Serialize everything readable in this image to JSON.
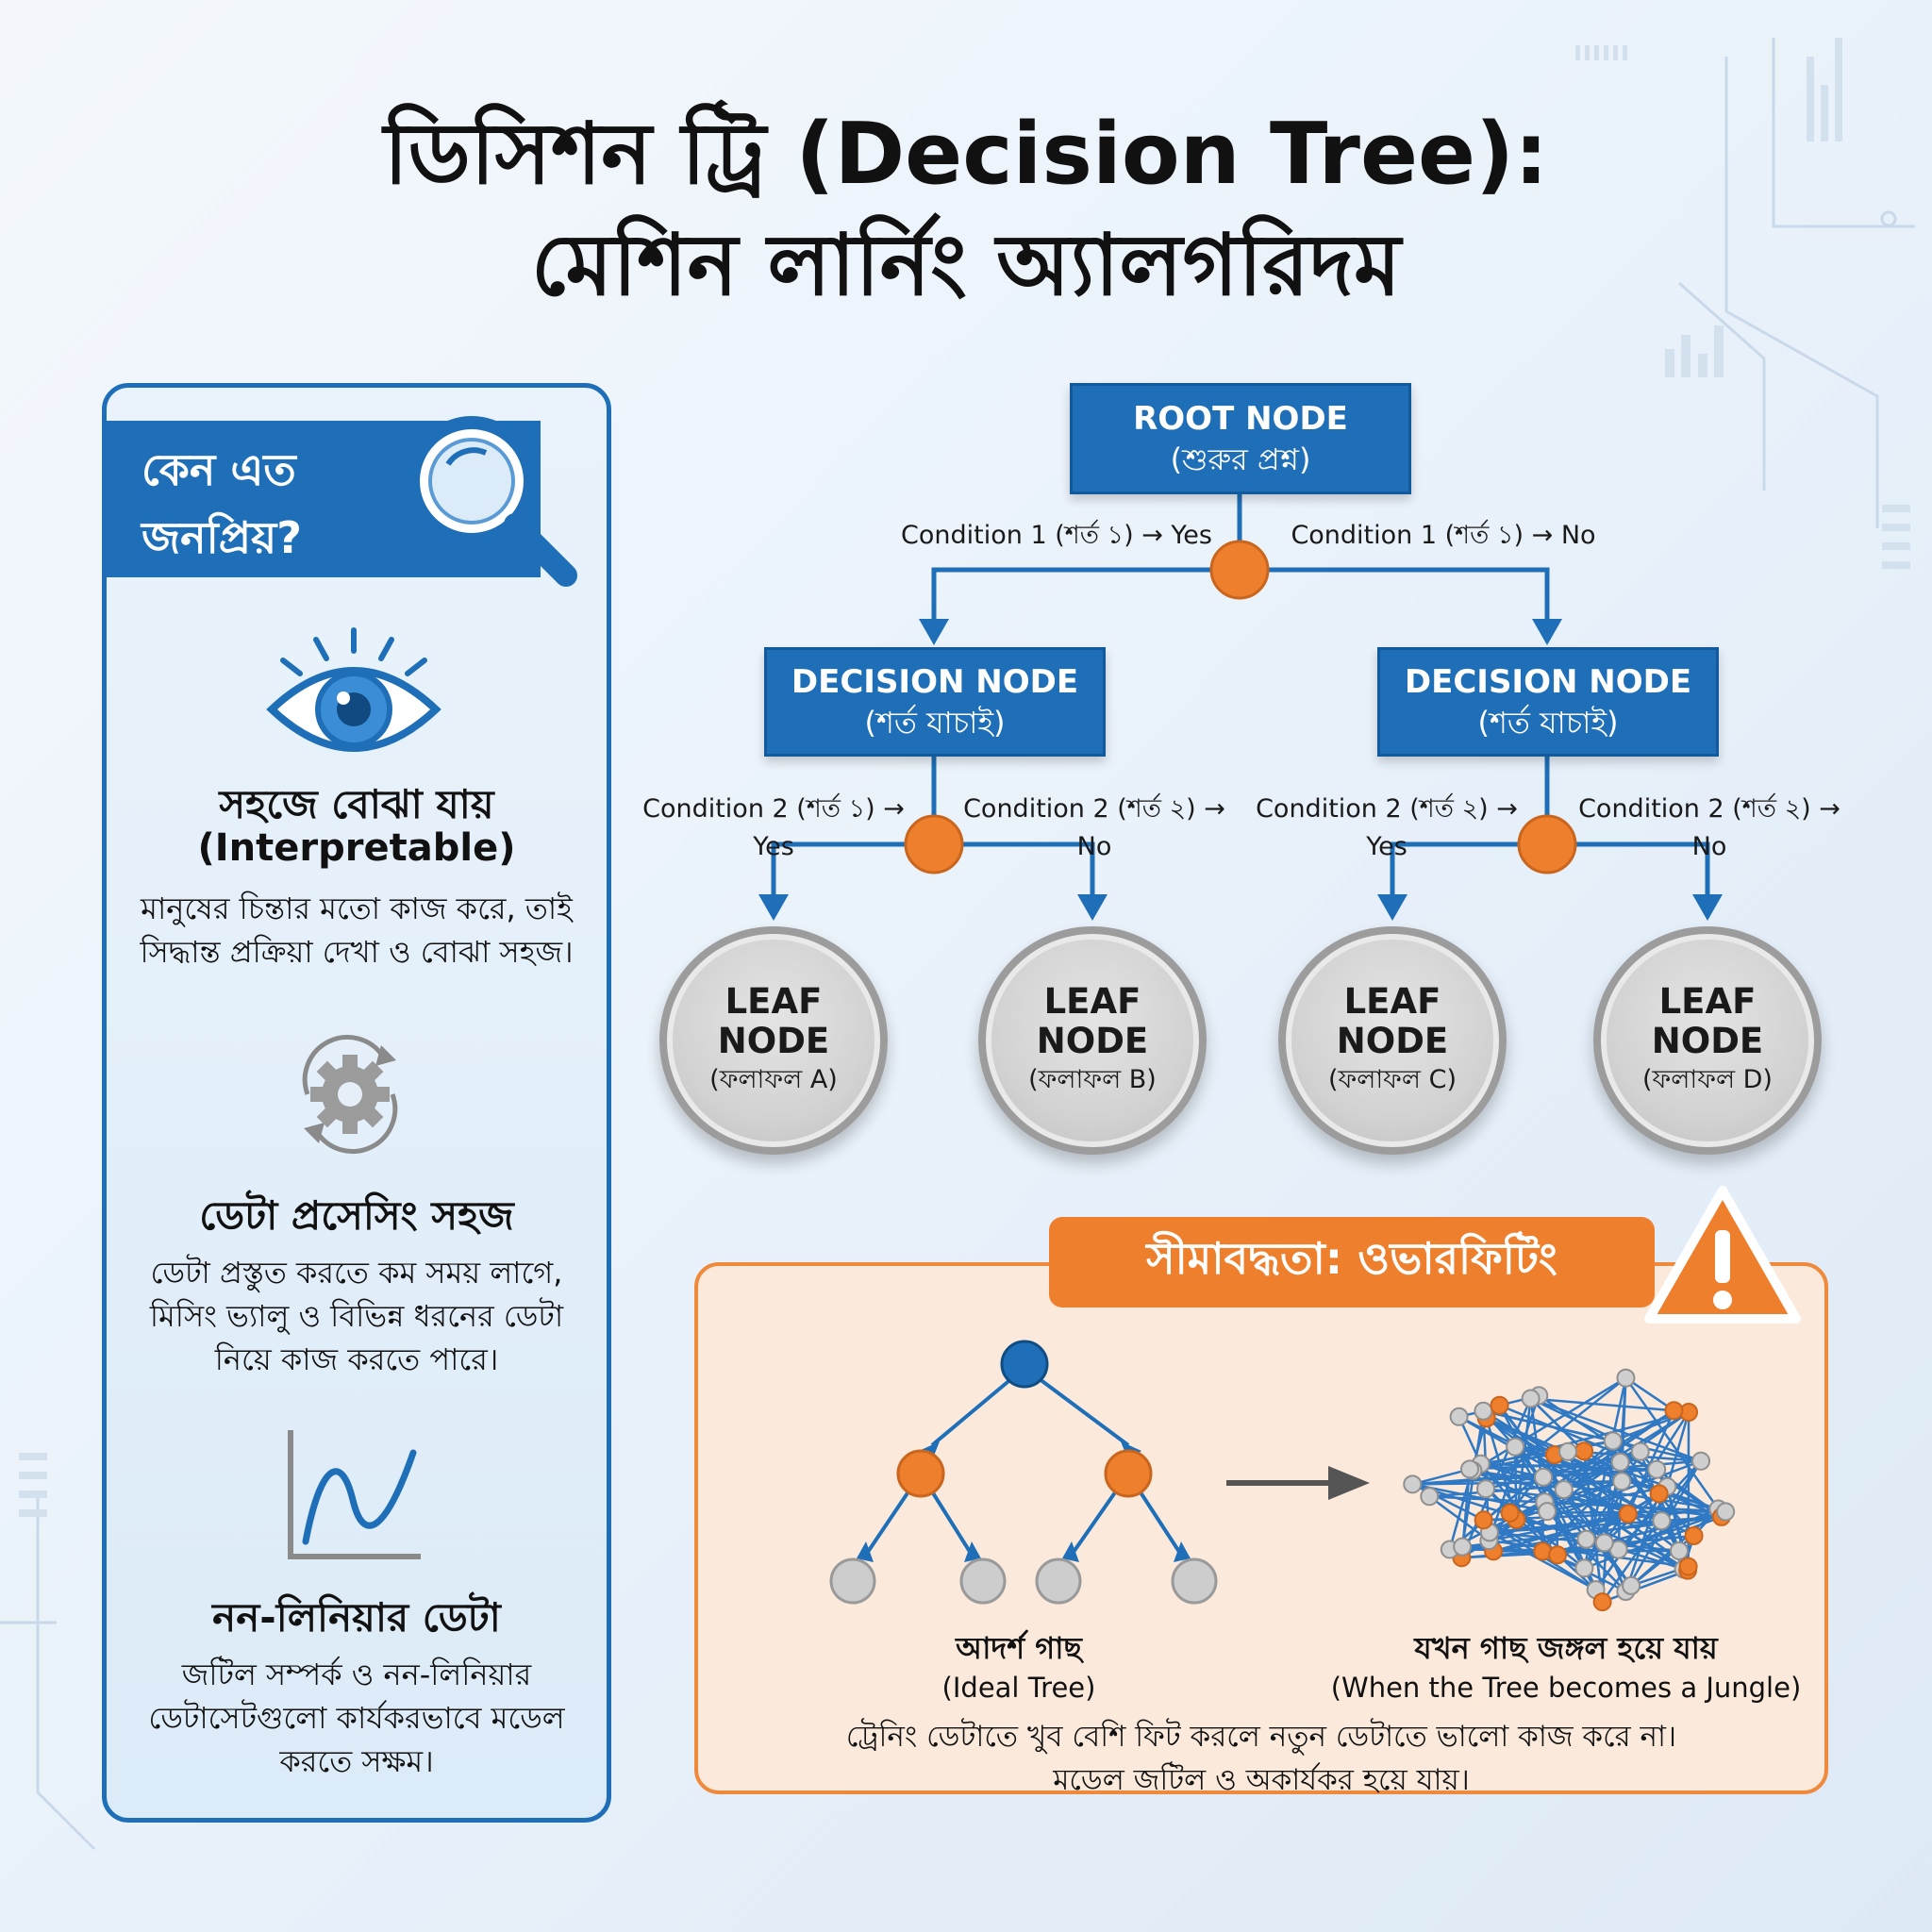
{
  "title": {
    "line1": "ডিসিশন ট্রি (Decision Tree):",
    "line2": "মেশিন লার্নিং অ্যালগরিদম"
  },
  "why_popular": {
    "heading_line1": "কেন এত",
    "heading_line2": "জনপ্রিয়?",
    "items": [
      {
        "icon": "eye-icon",
        "title": "সহজে বোঝা যায়",
        "subtitle": "(Interpretable)",
        "body_line1": "মানুষের চিন্তার মতো কাজ করে, তাই",
        "body_line2": "সিদ্ধান্ত প্রক্রিয়া দেখা ও বোঝা সহজ।"
      },
      {
        "icon": "gear-cycle-icon",
        "title": "ডেটা প্রসেসিং সহজ",
        "body_line1": "ডেটা প্রস্তুত করতে কম সময় লাগে,",
        "body_line2": "মিসিং ভ্যালু ও বিভিন্ন ধরনের ডেটা",
        "body_line3": "নিয়ে কাজ করতে পারে।"
      },
      {
        "icon": "curve-graph-icon",
        "title": "নন-লিনিয়ার ডেটা",
        "body_line1": "জটিল সম্পর্ক ও নন-লিনিয়ার",
        "body_line2": "ডেটাসেটগুলো কার্যকরভাবে মডেল",
        "body_line3": "করতে সক্ষম।"
      }
    ]
  },
  "tree": {
    "root": {
      "title": "ROOT NODE",
      "subtitle": "(শুরুর প্রশ্ন)"
    },
    "root_conditions": {
      "left": "Condition 1 (শর্ত ১) → Yes",
      "right": "Condition 1 (শর্ত ১) → No"
    },
    "decision_nodes": [
      {
        "title": "DECISION NODE",
        "subtitle": "(শর্ত যাচাই)"
      },
      {
        "title": "DECISION NODE",
        "subtitle": "(শর্ত যাচাই)"
      }
    ],
    "decision_conditions": [
      {
        "yes_line1": "Condition 2 (শর্ত ১) →",
        "yes_line2": "Yes",
        "no_line1": "Condition 2 (শর্ত ২) →",
        "no_line2": "No"
      },
      {
        "yes_line1": "Condition 2 (শর্ত ২) →",
        "yes_line2": "Yes",
        "no_line1": "Condition 2 (শর্ত ২) →",
        "no_line2": "No"
      }
    ],
    "leaves": [
      {
        "line1": "LEAF",
        "line2": "NODE",
        "sub": "(ফলাফল A)"
      },
      {
        "line1": "LEAF",
        "line2": "NODE",
        "sub": "(ফলাফল B)"
      },
      {
        "line1": "LEAF",
        "line2": "NODE",
        "sub": "(ফলাফল C)"
      },
      {
        "line1": "LEAF",
        "line2": "NODE",
        "sub": "(ফলাফল D)"
      }
    ]
  },
  "overfitting": {
    "heading": "সীমাবদ্ধতা: ওভারফিটিং",
    "ideal_title": "আদর্শ গাছ",
    "ideal_sub": "(Ideal Tree)",
    "jungle_title": "যখন গাছ জঙ্গল হয়ে যায়",
    "jungle_sub": "(When the Tree becomes a Jungle)",
    "note_line1": "ট্রেনিং ডেটাতে খুব বেশি ফিট করলে নতুন ডেটাতে ভালো কাজ করে না।",
    "note_line2": "মডেল জটিল ও অকার্যকর হয়ে যায়।"
  },
  "colors": {
    "primary_blue": "#1f6fb8",
    "accent_orange": "#ee7f2d",
    "leaf_gray": "#cfcfcf"
  }
}
